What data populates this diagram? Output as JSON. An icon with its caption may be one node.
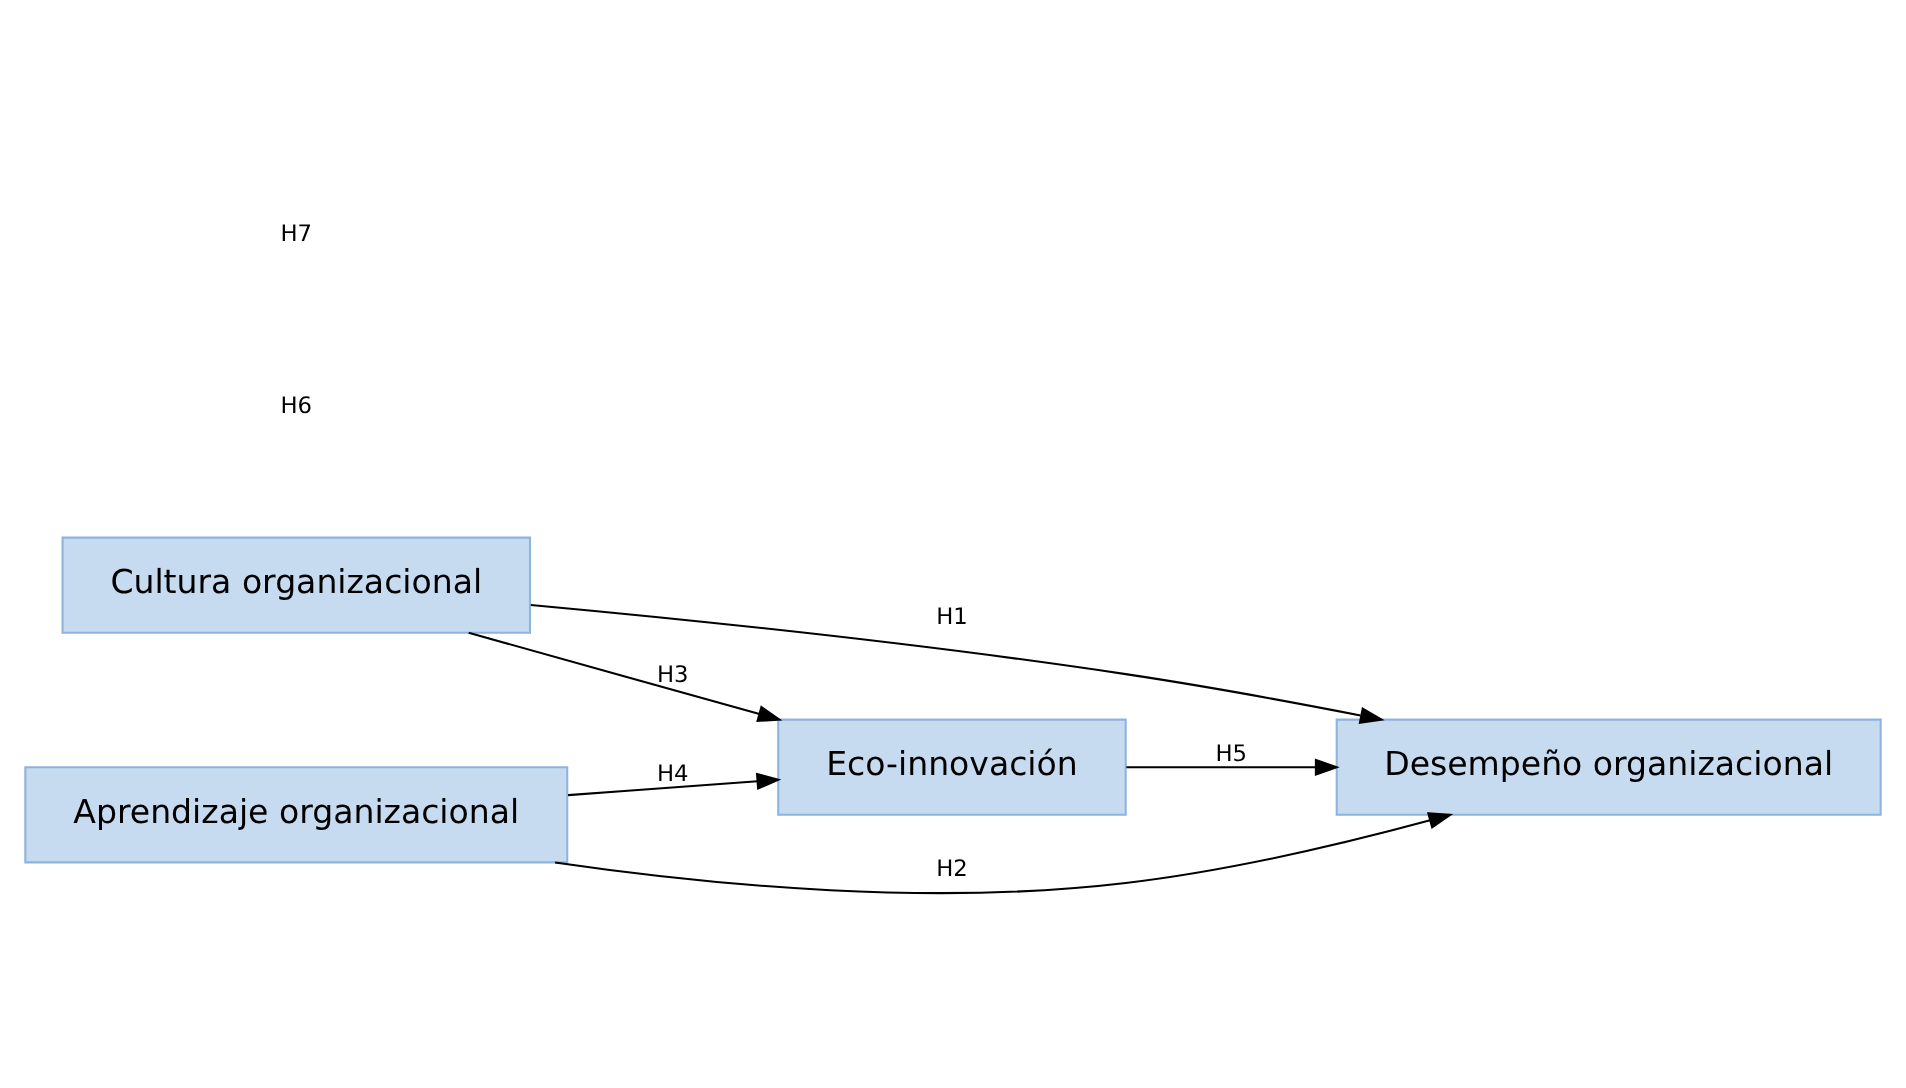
{
  "diagram": {
    "nodes": [
      {
        "text": [
          "Cultura organizacional"
        ]
      },
      {
        "text": [
          "Eco-innovación"
        ]
      },
      {
        "text": [
          "Desempeño organizacional"
        ]
      },
      {
        "text": [
          "Aprendizaje organizacional"
        ]
      }
    ],
    "edges": [
      {
        "from": 0,
        "to": 2,
        "arrow": "to",
        "label": "H1"
      },
      {
        "from": 0,
        "to": 1,
        "arrow": "to",
        "label": "H3"
      },
      {
        "from": 1,
        "to": 2,
        "arrow": "to",
        "label": "H5"
      },
      {
        "from": 3,
        "to": 1,
        "arrow": "to",
        "label": "H4"
      },
      {
        "from": 3,
        "to": 2,
        "arrow": "to",
        "label": "H2"
      }
    ],
    "labels": [
      "H6",
      "H7"
    ]
  }
}
